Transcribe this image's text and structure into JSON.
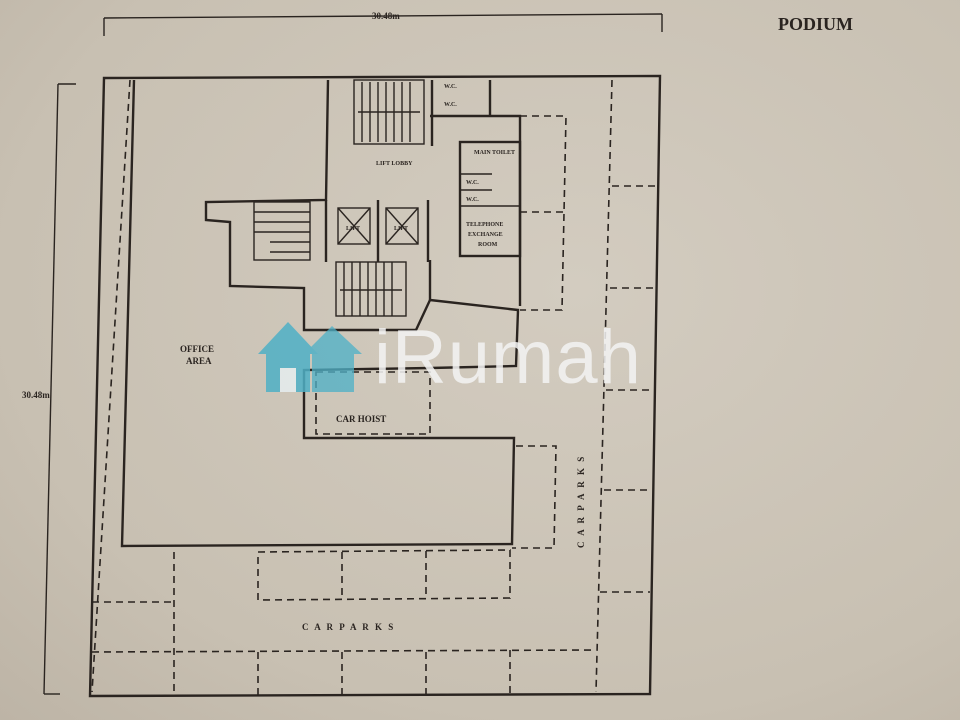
{
  "title": "PODIUM",
  "dimensions": {
    "width": "30.48m",
    "height": "30.48m"
  },
  "rooms": {
    "lift_lobby": "LIFT LOBBY",
    "wc": "W.C.",
    "main_toilet": "MAIN TOILET",
    "telephone_exchange": [
      "TELEPHONE",
      "EXCHANGE",
      "ROOM"
    ],
    "lift": "LIFT",
    "office_area": [
      "OFFICE",
      "AREA"
    ],
    "car_hoist": "CAR HOIST",
    "car_parks_bottom": "C A R    P A R K S",
    "car_parks_right": "C A R    P A R K S"
  },
  "watermark": {
    "text": "iRumah",
    "color": "#4fb0c6"
  }
}
